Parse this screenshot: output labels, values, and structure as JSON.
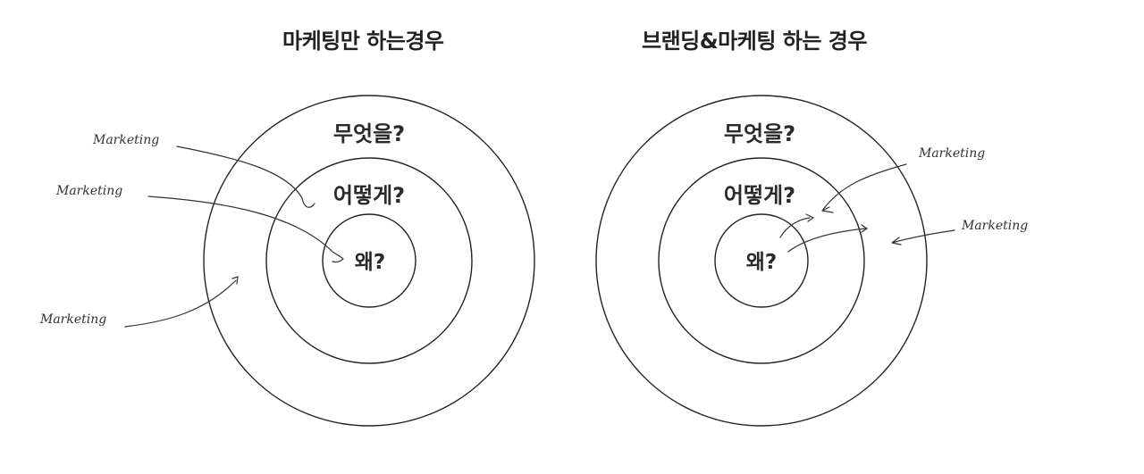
{
  "left_panel": {
    "title": "마케팅만 하는경우",
    "rings": {
      "outer": "무엇을?",
      "middle": "어떻게?",
      "inner": "왜?"
    },
    "annotations": [
      {
        "label": "Marketing",
        "points_to": "middle"
      },
      {
        "label": "Marketing",
        "points_to": "inner"
      },
      {
        "label": "Marketing",
        "points_to": "outer"
      }
    ]
  },
  "right_panel": {
    "title": "브랜딩&마케팅 하는 경우",
    "rings": {
      "outer": "무엇을?",
      "middle": "어떻게?",
      "inner": "왜?"
    },
    "annotations": [
      {
        "label": "Marketing",
        "points_to": "middle"
      },
      {
        "label": "Marketing",
        "points_to": "outer"
      }
    ],
    "outward_arrows": 2
  },
  "colors": {
    "background": "#ffffff",
    "stroke": "#222222",
    "text": "#2a2a2a"
  }
}
